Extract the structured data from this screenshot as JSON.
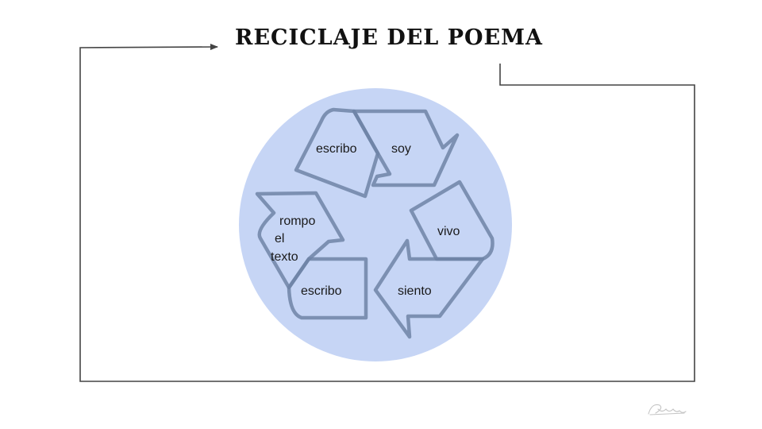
{
  "title": "RECICLAJE DEL POEMA",
  "colors": {
    "circle_fill": "#c6d5f5",
    "arrow_stroke": "#6f84a6",
    "frame_line": "#444444"
  },
  "cycle": {
    "top_arrow": {
      "tail": "escribo",
      "head": "soy"
    },
    "right_arrow": {
      "tail": "vivo",
      "head": "siento"
    },
    "left_arrow": {
      "head": [
        "rompo",
        "el",
        "texto"
      ],
      "tail": "escribo"
    }
  }
}
